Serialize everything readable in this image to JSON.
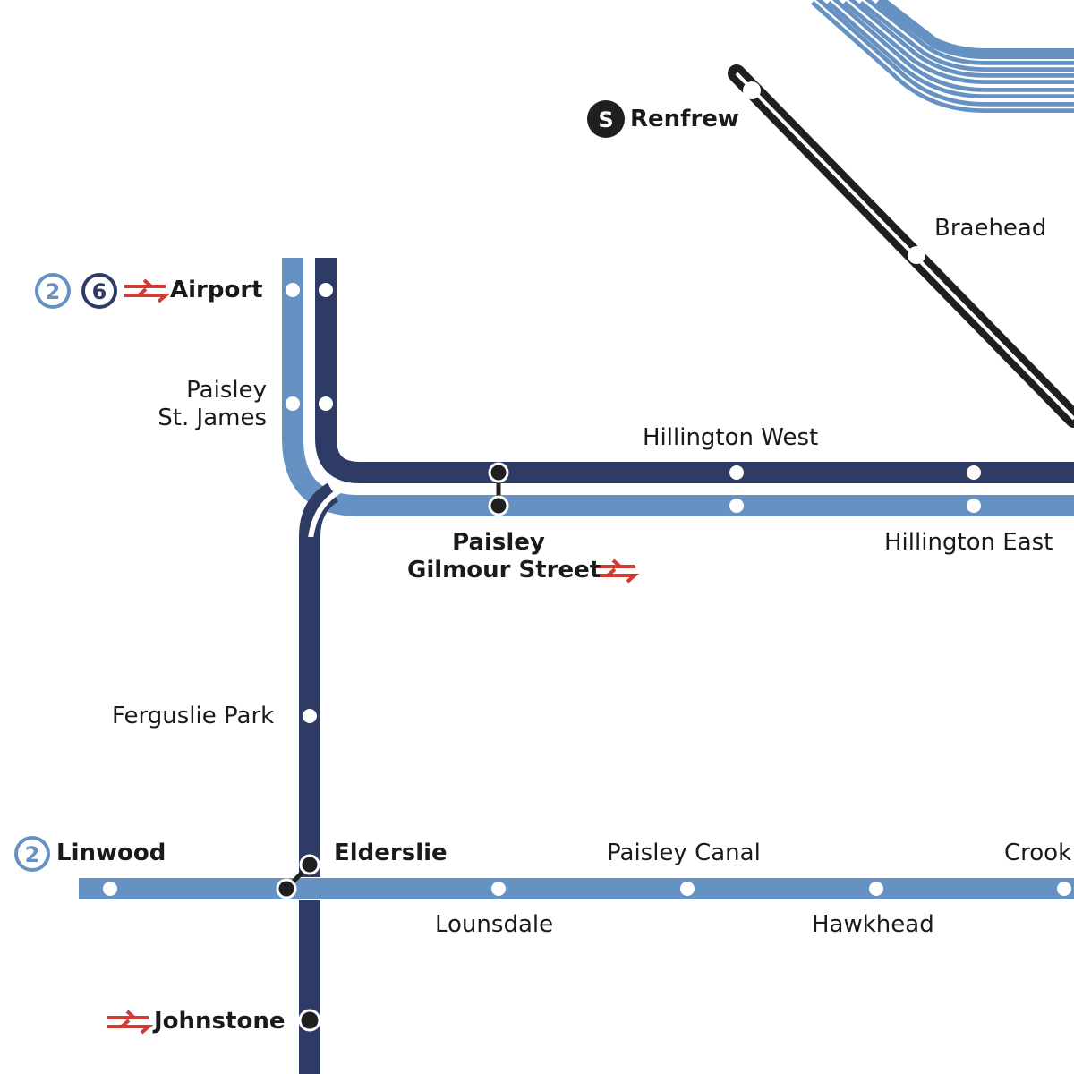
{
  "colors": {
    "line_light": "#6691c3",
    "line_dark": "#2e3b64",
    "subway": "#1f1f1f",
    "national_rail": "#d23b33",
    "station_fill": "#ffffff",
    "interchange_fill": "#1f1f1f"
  },
  "icons": {
    "airport_badges": [
      "2",
      "6"
    ],
    "linwood_badge": "2",
    "renfrew_badge": "S",
    "national_rail_icon": "national-rail-double-arrow"
  },
  "stations": {
    "renfrew": "Renfrew",
    "braehead": "Braehead",
    "airport": "Airport",
    "paisley_st_james": [
      "Paisley",
      "St. James"
    ],
    "hillington_west": "Hillington West",
    "hillington_east": "Hillington East",
    "paisley_gilmour_street": [
      "Paisley",
      "Gilmour Street"
    ],
    "ferguslie_park": "Ferguslie Park",
    "linwood": "Linwood",
    "elderslie": "Elderslie",
    "paisley_canal": "Paisley Canal",
    "crookston_partial": "Crook",
    "lounsdale": "Lounsdale",
    "hawkhead": "Hawkhead",
    "johnstone": "Johnstone"
  }
}
